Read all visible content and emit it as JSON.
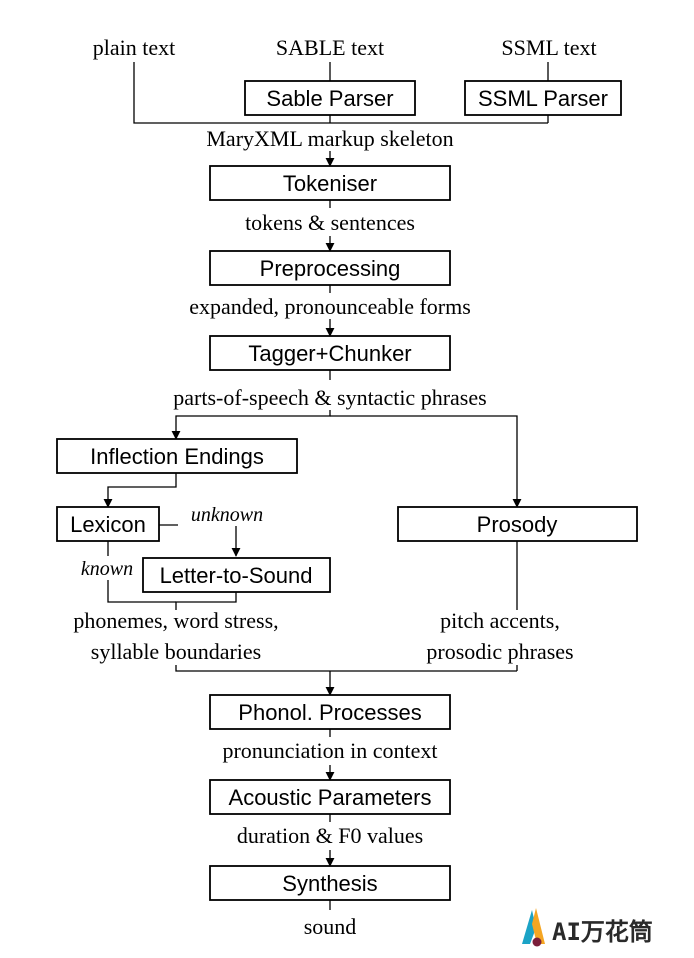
{
  "inputs": {
    "plain": "plain text",
    "sable": "SABLE text",
    "ssml": "SSML text"
  },
  "modules": {
    "sable_parser": "Sable Parser",
    "ssml_parser": "SSML Parser",
    "tokeniser": "Tokeniser",
    "preprocessing": "Preprocessing",
    "tagger": "Tagger+Chunker",
    "inflection": "Inflection Endings",
    "lexicon": "Lexicon",
    "lts": "Letter-to-Sound",
    "prosody": "Prosody",
    "phonol": "Phonol. Processes",
    "acoustic": "Acoustic Parameters",
    "synthesis": "Synthesis"
  },
  "data_labels": {
    "maryxml": "MaryXML markup skeleton",
    "tokens": "tokens & sentences",
    "expanded": "expanded, pronounceable forms",
    "pos": "parts-of-speech & syntactic phrases",
    "phonemes_1": "phonemes, word stress,",
    "phonemes_2": "syllable boundaries",
    "pitch_1": "pitch accents,",
    "pitch_2": "prosodic phrases",
    "pron": "pronunciation in context",
    "duration": "duration & F0 values",
    "sound": "sound"
  },
  "branch_labels": {
    "unknown": "unknown",
    "known": "known"
  },
  "watermark": {
    "text": "AI万花筒",
    "logo_colors": [
      "#f5a623",
      "#1ba3c6",
      "#7b1e3a"
    ]
  }
}
